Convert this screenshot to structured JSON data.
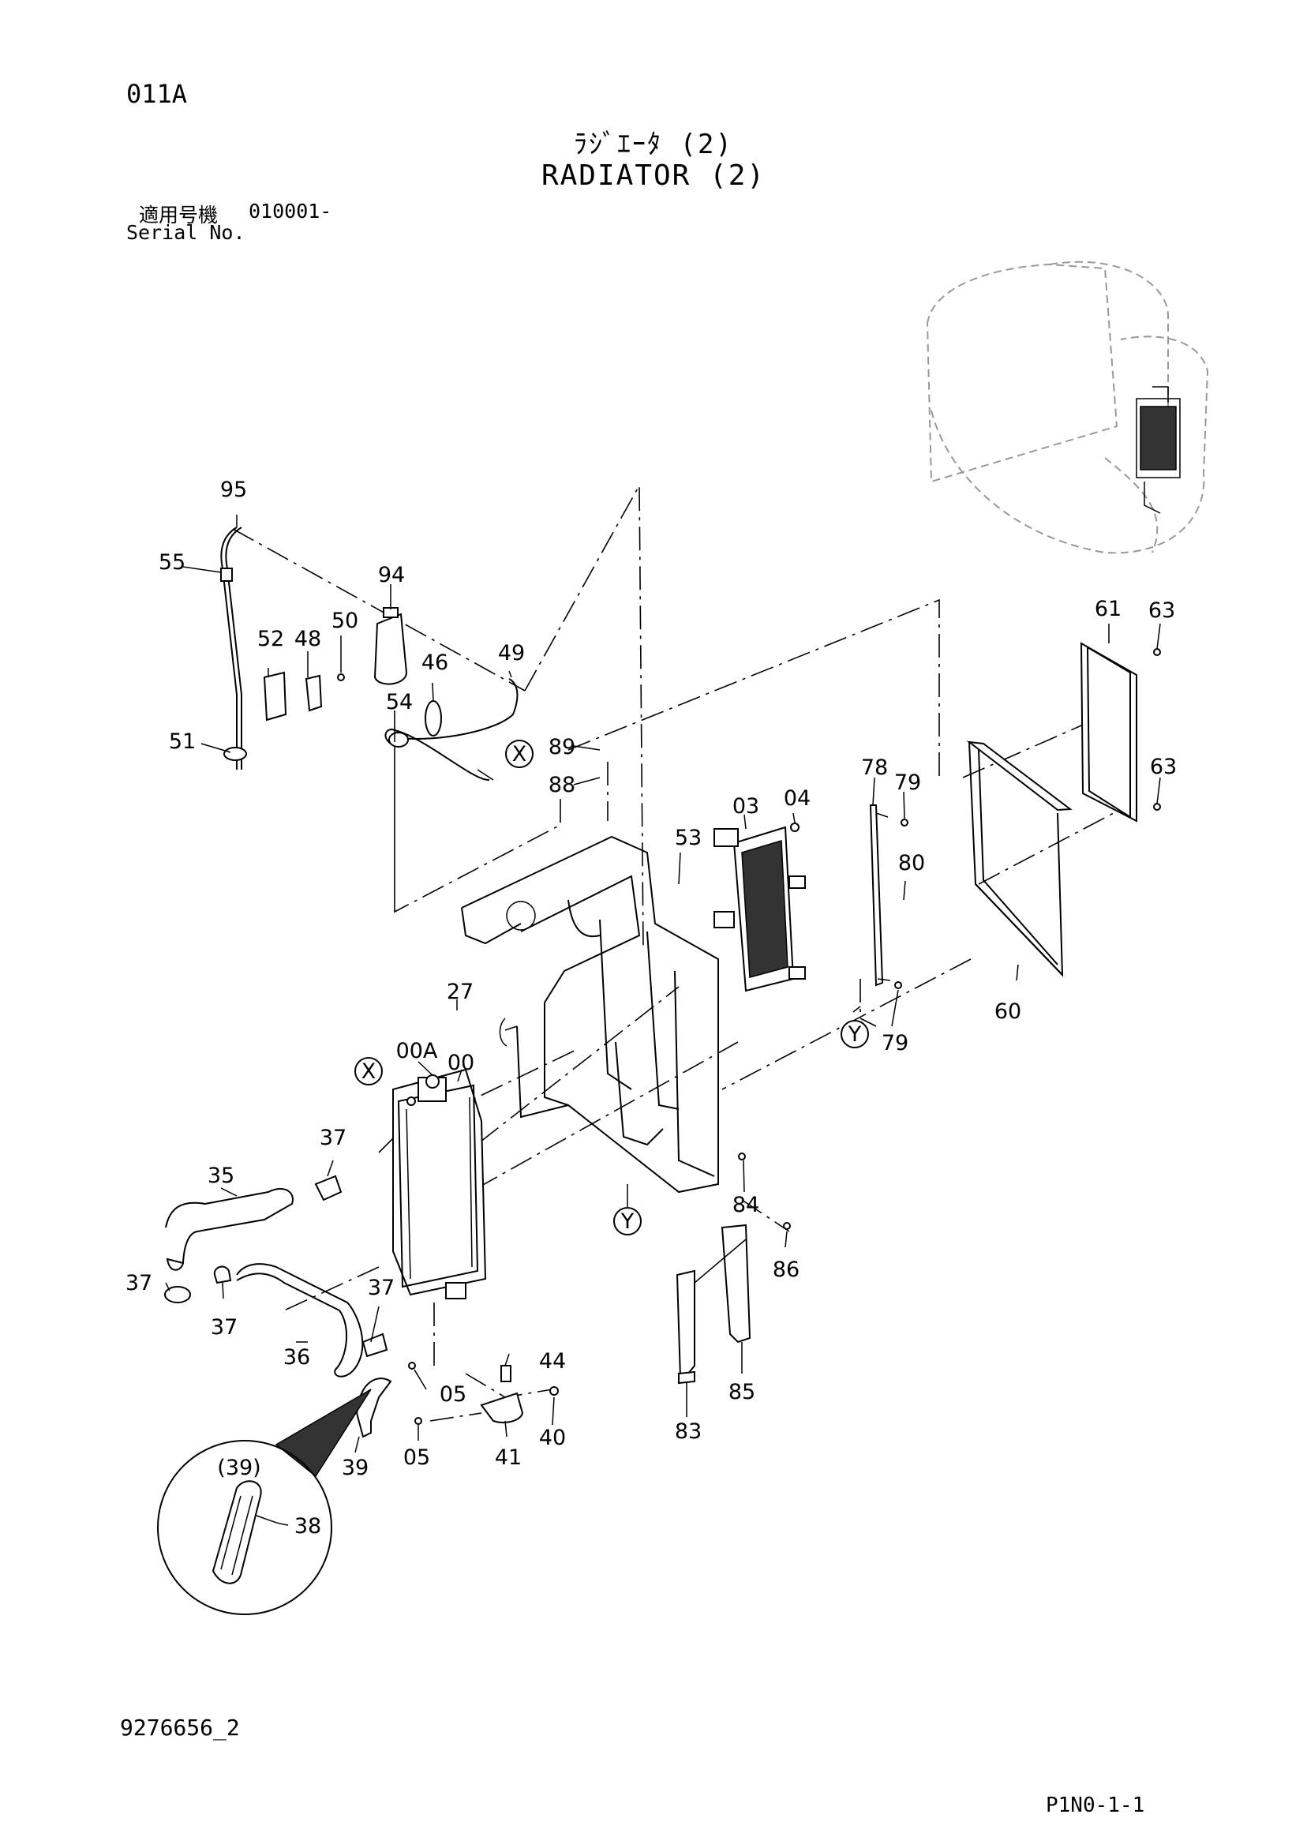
{
  "header": {
    "page_code": "011A",
    "title_jp": "ﾗｼﾞｴｰﾀ (2)",
    "title_en": "RADIATOR (2)",
    "serial_label_jp": "適用号機",
    "serial_value": "010001-",
    "serial_label_en": "Serial No."
  },
  "footer": {
    "doc_number": "9276656_2",
    "page_ref": "P1N0-1-1"
  },
  "callouts": {
    "c95": "95",
    "c55": "55",
    "c94": "94",
    "c52": "52",
    "c48": "48",
    "c50": "50",
    "c46": "46",
    "c49": "49",
    "c54": "54",
    "c51": "51",
    "cX1": "X",
    "c89": "89",
    "c88": "88",
    "c53": "53",
    "c03": "03",
    "c04": "04",
    "c78": "78",
    "c79a": "79",
    "c80": "80",
    "c61": "61",
    "c63a": "63",
    "c63b": "63",
    "c60": "60",
    "c27": "27",
    "cY1": "Y",
    "c79b": "79",
    "c00A": "00A",
    "c00": "00",
    "cX2": "X",
    "c37a": "37",
    "c35": "35",
    "c84": "84",
    "cY2": "Y",
    "c86": "86",
    "c37b": "37",
    "c37c": "37",
    "c37d": "37",
    "c36": "36",
    "c44": "44",
    "c05a": "05",
    "c40": "40",
    "c41": "41",
    "c83": "83",
    "c85": "85",
    "c39": "39",
    "c05b": "05",
    "c39d": "(39)",
    "c38": "38"
  }
}
